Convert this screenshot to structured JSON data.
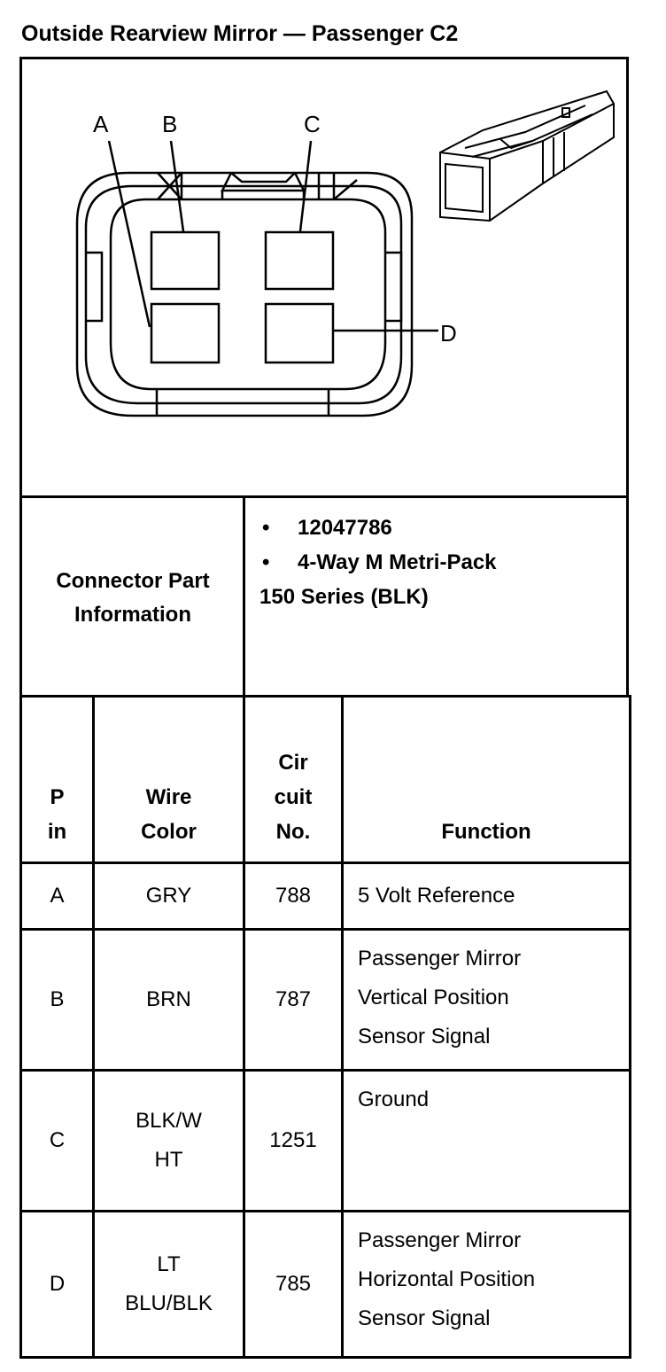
{
  "title": "Outside Rearview Mirror — Passenger C2",
  "diagram": {
    "pin_labels": [
      "A",
      "B",
      "C",
      "D"
    ]
  },
  "connector_info": {
    "label_line1": "Connector Part",
    "label_line2": "Information",
    "bullet": "•",
    "part_number": "12047786",
    "description_line1": "4-Way M Metri-Pack",
    "description_line2": "150 Series (BLK)"
  },
  "table": {
    "headers": {
      "pin": [
        "P",
        "in"
      ],
      "wire_color": [
        "Wire",
        "Color"
      ],
      "circuit": [
        "Cir",
        "cuit",
        "No."
      ],
      "function": "Function"
    },
    "rows": [
      {
        "pin": "A",
        "wire_color": [
          "GRY"
        ],
        "circuit": "788",
        "function": [
          "5 Volt Reference"
        ]
      },
      {
        "pin": "B",
        "wire_color": [
          "BRN"
        ],
        "circuit": "787",
        "function": [
          "Passenger Mirror",
          "Vertical Position",
          "Sensor Signal"
        ]
      },
      {
        "pin": "C",
        "wire_color": [
          "BLK/W",
          "HT"
        ],
        "circuit": "1251",
        "function": [
          "Ground"
        ]
      },
      {
        "pin": "D",
        "wire_color": [
          "LT",
          "BLU/BLK"
        ],
        "circuit": "785",
        "function": [
          "Passenger Mirror",
          "Horizontal Position",
          "Sensor Signal"
        ]
      }
    ]
  }
}
